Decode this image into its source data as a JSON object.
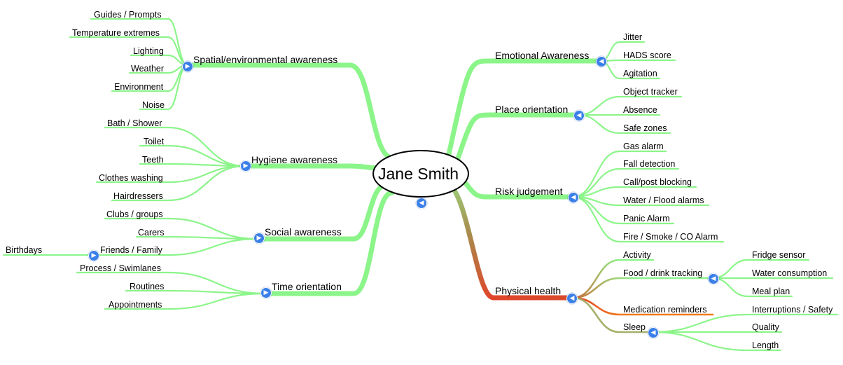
{
  "center": {
    "label": "Jane Smith"
  },
  "colors": {
    "branch": "#8cf58a",
    "health": "#e0452a",
    "medication": "#f07b1c",
    "toggle": "#3b7fe8"
  },
  "icons": {
    "collapse_left": "arrow-left-icon",
    "expand_right": "arrow-right-icon"
  },
  "branches": {
    "spatial": {
      "label": "Spatial/environmental awareness",
      "children": [
        "Guides / Prompts",
        "Temperature extremes",
        "Lighting",
        "Weather",
        "Environment",
        "Noise"
      ]
    },
    "hygiene": {
      "label": "Hygiene awareness",
      "children": [
        "Bath / Shower",
        "Toilet",
        "Teeth",
        "Clothes washing",
        "Hairdressers"
      ]
    },
    "social": {
      "label": "Social awareness",
      "children": [
        "Clubs / groups",
        "Carers",
        "Friends / Family"
      ],
      "friends_children": [
        "Birthdays"
      ]
    },
    "time": {
      "label": "Time orientation",
      "children": [
        "Process / Swimlanes",
        "Routines",
        "Appointments"
      ]
    },
    "emotional": {
      "label": "Emotional Awareness",
      "children": [
        "Jitter",
        "HADS score",
        "Agitation"
      ]
    },
    "place": {
      "label": "Place orientation",
      "children": [
        "Object tracker",
        "Absence",
        "Safe zones"
      ]
    },
    "risk": {
      "label": "Risk judgement",
      "children": [
        "Gas alarm",
        "Fall detection",
        "Call/post blocking",
        "Water / Flood alarms",
        "Panic Alarm",
        "Fire / Smoke / CO Alarm"
      ]
    },
    "physical": {
      "label": "Physical health",
      "children": [
        "Activity",
        "Food / drink tracking",
        "Medication reminders",
        "Sleep"
      ],
      "food_children": [
        "Fridge sensor",
        "Water consumption",
        "Meal plan"
      ],
      "sleep_children": [
        "Interruptions / Safety",
        "Quality",
        "Length"
      ]
    }
  }
}
